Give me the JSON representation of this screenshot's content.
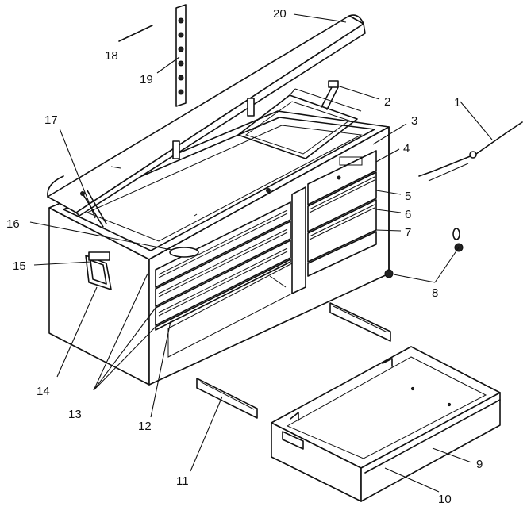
{
  "diagram": {
    "labels": [
      {
        "id": "1",
        "text": "1",
        "part": "lid-support-rod"
      },
      {
        "id": "2",
        "text": "2",
        "part": "lid-hinge-bracket"
      },
      {
        "id": "3",
        "text": "3",
        "part": "front-panel"
      },
      {
        "id": "4",
        "text": "4",
        "part": "upper-right-drawer"
      },
      {
        "id": "5",
        "text": "5",
        "part": "right-drawer-second"
      },
      {
        "id": "6",
        "text": "6",
        "part": "right-drawer-third"
      },
      {
        "id": "7",
        "text": "7",
        "part": "right-drawer-bottom"
      },
      {
        "id": "8",
        "text": "8",
        "part": "screw-and-nut"
      },
      {
        "id": "9",
        "text": "9",
        "part": "removed-drawer"
      },
      {
        "id": "10",
        "text": "10",
        "part": "drawer-front-trim"
      },
      {
        "id": "11",
        "text": "11",
        "part": "drawer-slide-left"
      },
      {
        "id": "12",
        "text": "12",
        "part": "wide-bottom-drawer"
      },
      {
        "id": "13",
        "text": "13",
        "part": "left-drawer-set"
      },
      {
        "id": "14",
        "text": "14",
        "part": "side-handle"
      },
      {
        "id": "15",
        "text": "15",
        "part": "handle-bracket"
      },
      {
        "id": "16",
        "text": "16",
        "part": "name-plate"
      },
      {
        "id": "17",
        "text": "17",
        "part": "lid-stay-left"
      },
      {
        "id": "18",
        "text": "18",
        "part": "pin"
      },
      {
        "id": "19",
        "text": "19",
        "part": "piano-hinge"
      },
      {
        "id": "20",
        "text": "20",
        "part": "lid"
      }
    ]
  }
}
